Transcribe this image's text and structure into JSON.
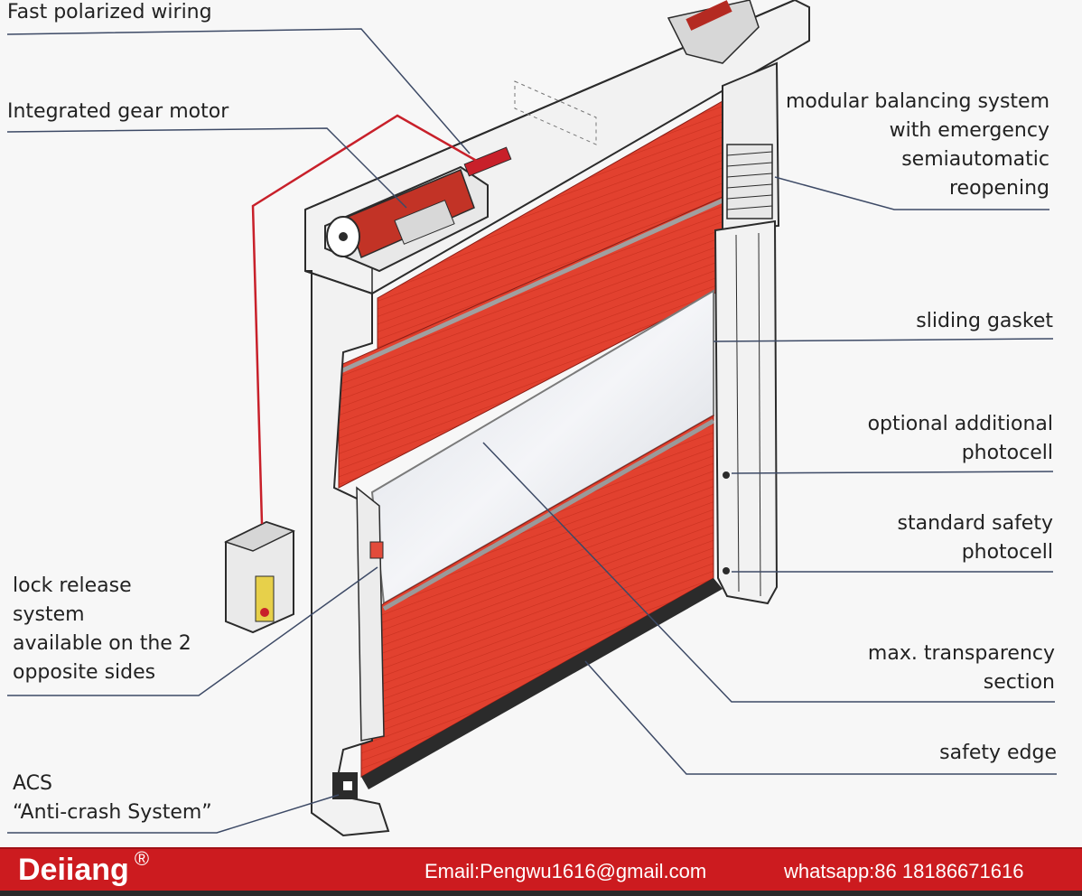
{
  "labels": {
    "fast_polarized_wiring": "Fast polarized wiring",
    "integrated_gear_motor": "Integrated gear motor",
    "modular_balancing": [
      "modular balancing system",
      "with emergency",
      "semiautomatic",
      "reopening"
    ],
    "sliding_gasket": "sliding gasket",
    "optional_photocell": [
      "optional additional",
      "photocell"
    ],
    "standard_photocell": [
      "standard safety",
      "photocell"
    ],
    "lock_release": [
      "lock release",
      "system",
      "available on the 2",
      "opposite sides"
    ],
    "max_transparency": [
      "max. transparency",
      "section"
    ],
    "safety_edge": "safety edge",
    "acs": [
      "ACS",
      "“Anti-crash System”"
    ]
  },
  "footer": {
    "brand": "Deiiang",
    "registered": "®",
    "email": "Email:Pengwu1616@gmail.com",
    "whatsapp": "whatsapp:86 18186671616"
  },
  "colors": {
    "curtain_red": "#e2412f",
    "curtain_dark": "#c7301f",
    "frame": "#f1f1f1",
    "outline": "#2b2b2b",
    "leader_line": "#3d4a66",
    "cable": "#c8202a",
    "footer_bg": "#cc1b1f"
  }
}
